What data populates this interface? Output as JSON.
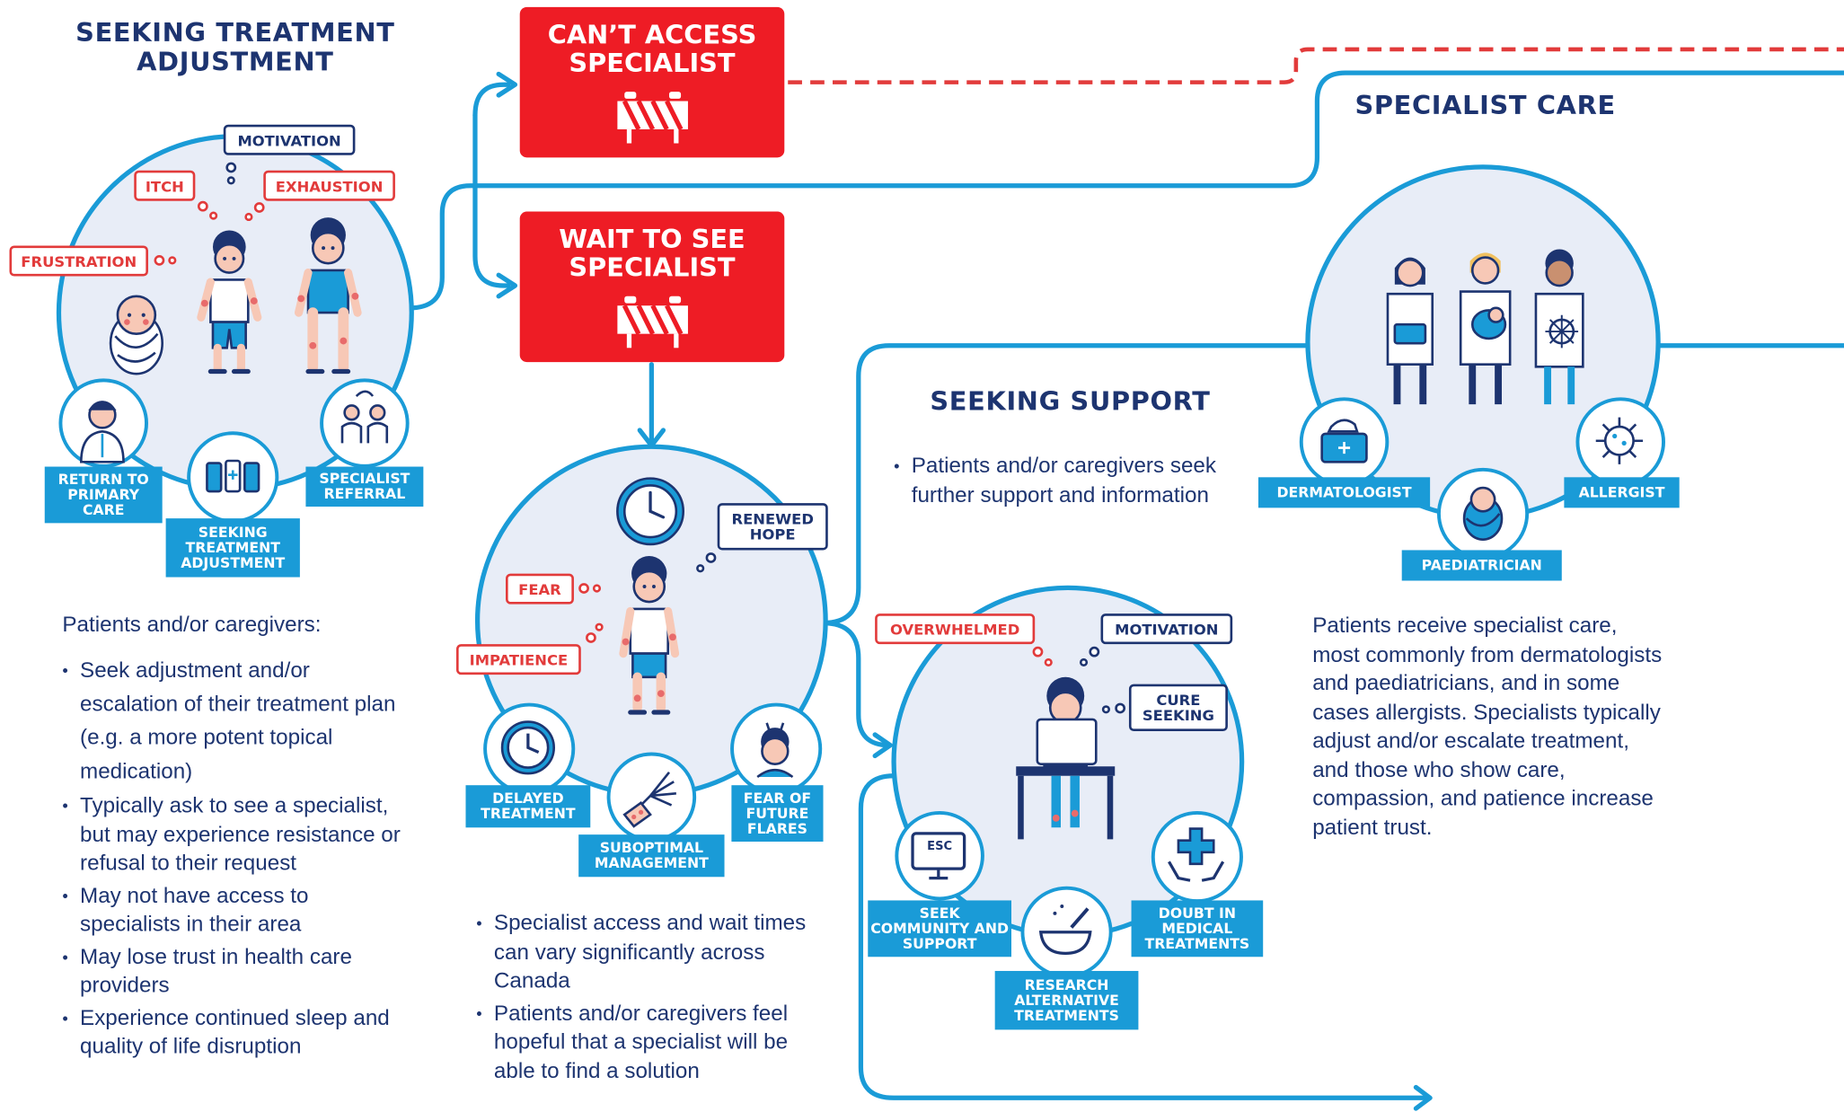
{
  "sections": {
    "seeking_adjustment": {
      "title": "SEEKING TREATMENT ADJUSTMENT",
      "tags": {
        "motivation": "MOTIVATION",
        "itch": "ITCH",
        "exhaustion": "EXHAUSTION",
        "frustration": "FRUSTRATION"
      },
      "icons": {
        "primary_care": "RETURN TO PRIMARY CARE",
        "treatment_adjustment": "SEEKING TREATMENT ADJUSTMENT",
        "referral": "SPECIALIST REFERRAL"
      },
      "intro": "Patients and/or caregivers:",
      "bullets": [
        "Seek adjustment and/or escalation of their treatment plan (e.g. a more potent topical medication)",
        "Typically ask to see a specialist, but may experience resistance or refusal to their request",
        "May not have access to specialists in their area",
        "May lose trust in health care providers",
        "Experience continued sleep and quality of life disruption"
      ]
    },
    "cant_access": {
      "title": "CAN’T ACCESS SPECIALIST",
      "icon": "barrier-icon"
    },
    "wait": {
      "title": "WAIT TO SEE SPECIALIST",
      "icon": "barrier-icon",
      "tags": {
        "renewed_hope": "RENEWED HOPE",
        "fear": "FEAR",
        "impatience": "IMPATIENCE"
      },
      "icons": {
        "delayed": "DELAYED TREATMENT",
        "suboptimal": "SUBOPTIMAL MANAGEMENT",
        "fear_flares": "FEAR OF FUTURE FLARES"
      },
      "bullets": [
        "Specialist access and wait times can vary significantly across Canada",
        "Patients and/or caregivers feel hopeful that a specialist will be able to find a solution"
      ]
    },
    "seeking_support": {
      "title": "SEEKING SUPPORT",
      "bullets": [
        "Patients and/or caregivers seek further support and information"
      ],
      "tags": {
        "overwhelmed": "OVERWHELMED",
        "motivation": "MOTIVATION",
        "cure_seeking": "CURE SEEKING"
      },
      "esc_key": "ESC",
      "icons": {
        "community": "SEEK COMMUNITY AND SUPPORT",
        "alternative": "RESEARCH ALTERNATIVE TREATMENTS",
        "doubt": "DOUBT IN MEDICAL TREATMENTS"
      }
    },
    "specialist_care": {
      "title": "SPECIALIST CARE",
      "icons": {
        "dermatologist": "DERMATOLOGIST",
        "paediatrician": "PAEDIATRICIAN",
        "allergist": "ALLERGIST"
      },
      "body": "Patients receive specialist care, most commonly from dermatologists and paediatricians, and in some cases allergists. Specialists typically adjust and/or escalate treatment, and those who show care, compassion, and patience increase patient trust."
    }
  },
  "colors": {
    "blue": "#1a9bd7",
    "navy": "#1d3470",
    "red": "#ee1c25",
    "circle_fill": "#e8edf7"
  }
}
